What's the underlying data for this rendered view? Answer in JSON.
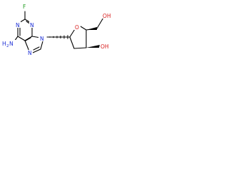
{
  "molecule": {
    "atoms": {
      "fluorine": "F",
      "ring_n1": "N",
      "ring_n3": "N",
      "ring_n7": "N",
      "ring_n9": "N",
      "amine_n": "N",
      "amine_h": "H",
      "amine_sub": "2",
      "furanose_o": "O",
      "oh_5": "OH",
      "oh_3": "OH"
    },
    "colors": {
      "carbon_bonds": "#000000",
      "nitrogen": "#1d2fd6",
      "oxygen": "#d81e1e",
      "fluorine": "#1a9a1a"
    }
  }
}
